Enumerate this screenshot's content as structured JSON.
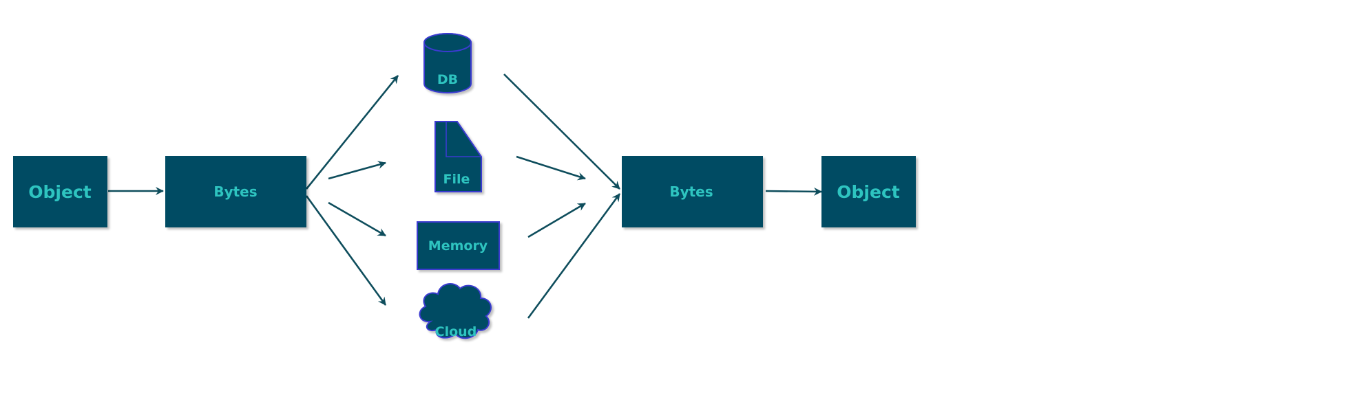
{
  "diagram": {
    "nodes": {
      "object_left": "Object",
      "bytes_left": "Bytes",
      "db": "DB",
      "file": "File",
      "memory": "Memory",
      "cloud": "Cloud",
      "bytes_right": "Bytes",
      "object_right": "Object"
    },
    "colors": {
      "box_fill": "#054c63",
      "label_text": "#2ec4c0",
      "shape_outline": "#3a3ad0",
      "arrow": "#0e4d5c",
      "background": "#ffffff"
    }
  }
}
